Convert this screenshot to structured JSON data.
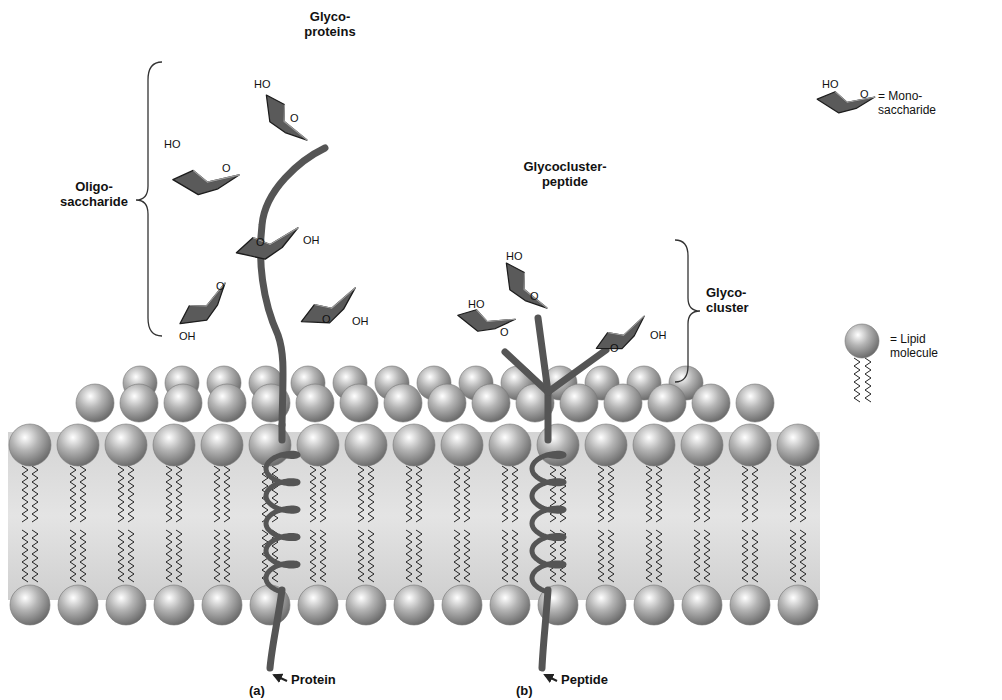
{
  "diagram": {
    "labels": [
      "Glyco- proteins",
      "Oligo- saccharide",
      "HO",
      "O",
      "HO",
      "O",
      "O",
      "OH",
      "O",
      "OH",
      "O",
      "OH",
      "Glycocluster- peptide",
      "Glyco- cluster",
      "HO",
      "O",
      "HO",
      "O",
      "O",
      "OH",
      "HO",
      "O",
      "Protein",
      "Peptide",
      "(a)",
      "(b)"
    ],
    "legend": [
      {
        "text": "= Mono- saccharide"
      },
      {
        "text": "= Lipid molecule"
      }
    ]
  }
}
